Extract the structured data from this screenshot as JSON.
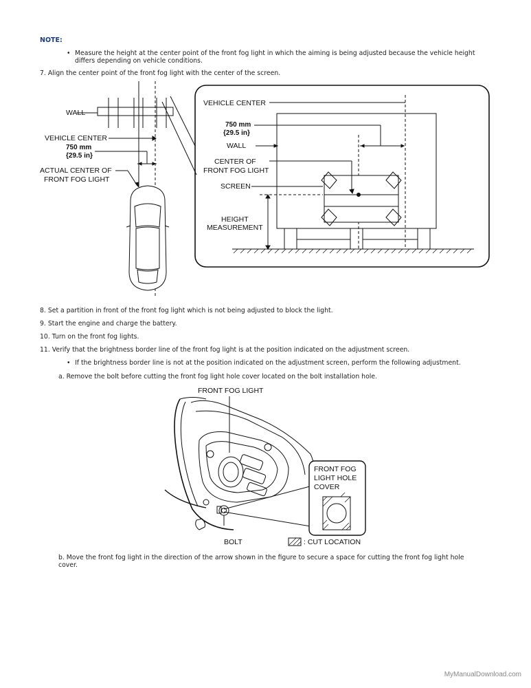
{
  "note_label": "NOTE:",
  "note_bullets": [
    "Measure the height at the center point of the front fog light in which the aiming is being adjusted because the vehicle height",
    "differs depending on vehicle conditions."
  ],
  "steps": {
    "s7": "7. Align the center point of the front fog light with the center of the screen.",
    "s8": "8. Set a partition in front of the front fog light which is not being adjusted to block the light.",
    "s9": "9. Start the engine and charge the battery.",
    "s10": "10. Turn on the front fog lights.",
    "s11": "11. Verify that the brightness border line of the front fog light is at the position indicated on the adjustment screen.",
    "s11_bullet": "If the brightness border line is not at the position indicated on the adjustment screen, perform the following adjustment.",
    "a": "a. Remove the bolt before cutting the front fog light hole cover located on the bolt installation hole.",
    "b1": "b. Move the front fog light in the direction of the arrow shown in the figure to secure a space for cutting the front fog light hole",
    "b2": "cover."
  },
  "figure1": {
    "wall": "WALL",
    "vehicle_center": "VEHICLE CENTER",
    "dist_mm": "750 mm",
    "dist_in": "{29.5 in}",
    "actual_center_1": "ACTUAL CENTER OF",
    "actual_center_2": "FRONT FOG LIGHT",
    "detail_vehicle_center": "VEHICLE CENTER",
    "detail_dist_mm": "750 mm",
    "detail_dist_in": "{29.5 in}",
    "detail_wall": "WALL",
    "center_of_1": "CENTER OF",
    "center_of_2": "FRONT FOG LIGHT",
    "screen": "SCREEN",
    "height_1": "HEIGHT",
    "height_2": "MEASUREMENT"
  },
  "figure2": {
    "front_fog_light": "FRONT FOG LIGHT",
    "hole_cover_1": "FRONT FOG",
    "hole_cover_2": "LIGHT HOLE",
    "hole_cover_3": "COVER",
    "bolt": "BOLT",
    "cut_location": ": CUT LOCATION"
  },
  "footer": "MyManualDownload.com"
}
